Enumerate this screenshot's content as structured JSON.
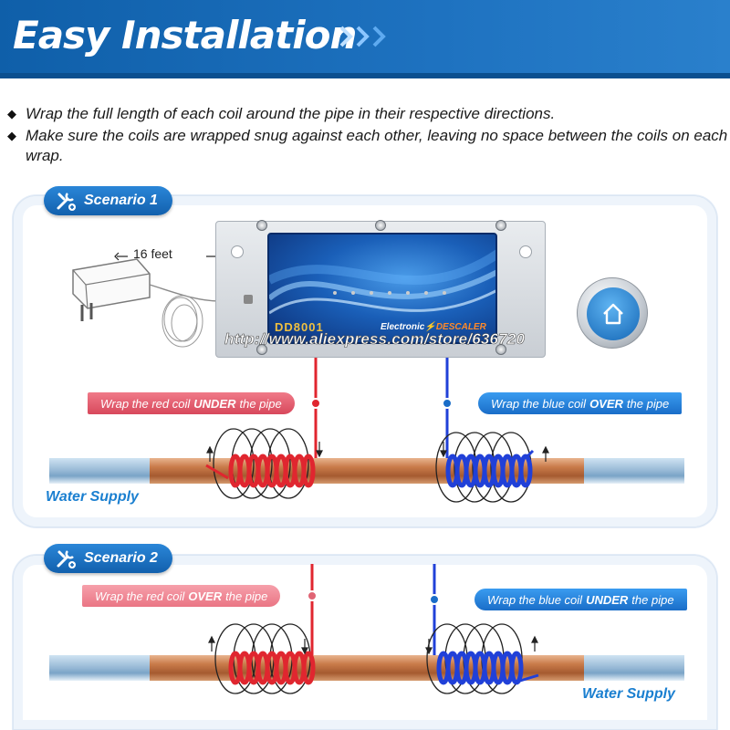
{
  "header": {
    "title": "Easy Installation"
  },
  "bullets": [
    "Wrap the full length of each coil around the pipe in their respective directions.",
    "Make sure the coils are wrapped snug against each other, leaving no space between the coils on each wrap."
  ],
  "scenario1": {
    "title": "Scenario 1",
    "cable_length": "16 feet",
    "device_label_prefix": "Electronic",
    "device_label_brand": "DESCALER",
    "device_code": "DD8001",
    "url": "http://www.aliexpress.com/store/636720",
    "red_tag": {
      "pre": "Wrap the red coil",
      "bold": "UNDER",
      "post": "the pipe"
    },
    "blue_tag": {
      "pre": "Wrap the blue coil",
      "bold": "OVER",
      "post": "the pipe"
    },
    "water_label": "Water Supply"
  },
  "scenario2": {
    "title": "Scenario 2",
    "red_tag": {
      "pre": "Wrap the red coil",
      "bold": "OVER",
      "post": "the pipe"
    },
    "blue_tag": {
      "pre": "Wrap the blue coil",
      "bold": "UNDER",
      "post": "the pipe"
    },
    "water_label": "Water Supply"
  },
  "colors": {
    "brand_blue": "#1466b5",
    "red_coil": "#e0262f",
    "blue_coil": "#2040d8",
    "copper": "#c97b4a"
  },
  "icons": [
    "tools-icon",
    "chevron-right-icon",
    "home-icon",
    "power-adapter-icon"
  ]
}
